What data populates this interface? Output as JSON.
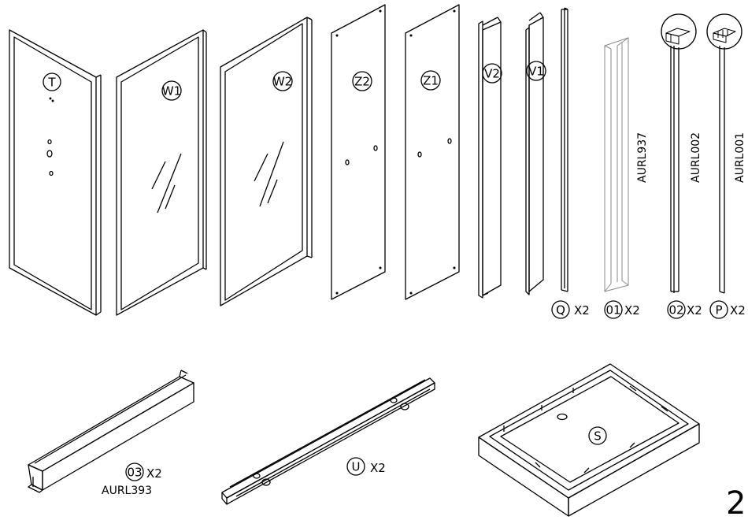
{
  "panels": {
    "T": "T",
    "W1": "W1",
    "W2": "W2",
    "Z2": "Z2",
    "Z1": "Z1",
    "V2": "V2",
    "V1": "V1"
  },
  "profiles": {
    "Q": {
      "label": "Q",
      "qty": "X2"
    },
    "01": {
      "label": "01",
      "qty": "X2",
      "code": "AURL937"
    },
    "02": {
      "label": "02",
      "qty": "X2",
      "code": "AURL002"
    },
    "P": {
      "label": "P",
      "qty": "X2",
      "code": "AURL001"
    }
  },
  "bottom": {
    "03": {
      "label": "03",
      "qty": "X2",
      "code": "AURL393"
    },
    "U": {
      "label": "U",
      "qty": "X2"
    },
    "S": {
      "label": "S"
    }
  },
  "page_number": "2"
}
